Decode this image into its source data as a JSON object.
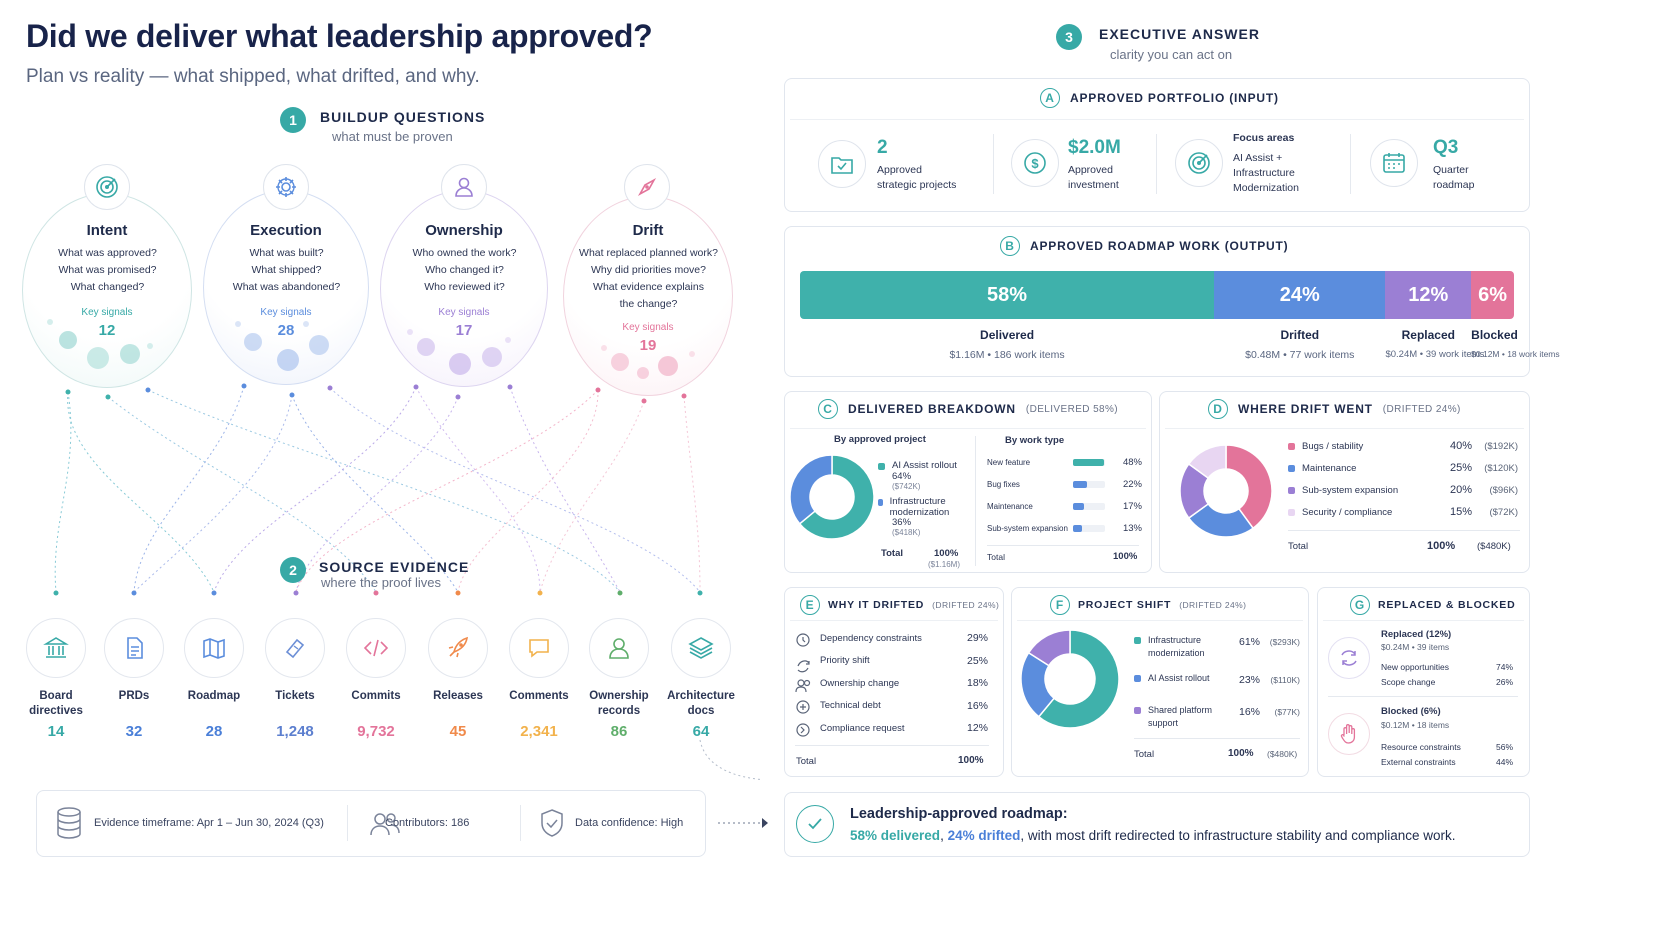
{
  "header": {
    "title": "Did we deliver what leadership approved?",
    "subtitle": "Plan vs reality — what shipped, what drifted, and why."
  },
  "colors": {
    "teal": "#37a9a6",
    "blue": "#5b8ddd",
    "purple": "#9b7fd4",
    "pink": "#e3749a",
    "orange": "#f08a4b",
    "gold": "#f2b24c",
    "green": "#5fae6b"
  },
  "buildup": {
    "num": "1",
    "title": "BUILDUP QUESTIONS",
    "sub": "what must be proven",
    "key_signals_label": "Key signals",
    "questions": [
      {
        "title": "Intent",
        "icon": "target-icon",
        "lines": [
          "What was approved?",
          "What was promised?",
          "What changed?"
        ],
        "signals": "12"
      },
      {
        "title": "Execution",
        "icon": "gear-icon",
        "lines": [
          "What was built?",
          "What shipped?",
          "What was abandoned?"
        ],
        "signals": "28"
      },
      {
        "title": "Ownership",
        "icon": "person-icon",
        "lines": [
          "Who owned the work?",
          "Who changed it?",
          "Who reviewed it?"
        ],
        "signals": "17"
      },
      {
        "title": "Drift",
        "icon": "compass-icon",
        "lines": [
          "What replaced planned work?",
          "Why did priorities move?",
          "What evidence explains",
          "the change?"
        ],
        "signals": "19"
      }
    ]
  },
  "evidence": {
    "num": "2",
    "title": "SOURCE EVIDENCE",
    "sub": "where the proof lives",
    "sources": [
      {
        "label1": "Board",
        "label2": "directives",
        "count": "14",
        "icon": "bank-icon"
      },
      {
        "label1": "PRDs",
        "label2": "",
        "count": "32",
        "icon": "document-icon"
      },
      {
        "label1": "Roadmap",
        "label2": "",
        "count": "28",
        "icon": "map-icon"
      },
      {
        "label1": "Tickets",
        "label2": "",
        "count": "1,248",
        "icon": "ticket-icon"
      },
      {
        "label1": "Commits",
        "label2": "",
        "count": "9,732",
        "icon": "code-icon"
      },
      {
        "label1": "Releases",
        "label2": "",
        "count": "45",
        "icon": "rocket-icon"
      },
      {
        "label1": "Comments",
        "label2": "",
        "count": "2,341",
        "icon": "chat-icon"
      },
      {
        "label1": "Ownership",
        "label2": "records",
        "count": "86",
        "icon": "user-icon"
      },
      {
        "label1": "Architecture",
        "label2": "docs",
        "count": "64",
        "icon": "layers-icon"
      }
    ]
  },
  "footer_bar": {
    "timeframe": "Evidence timeframe: Apr 1 – Jun 30, 2024 (Q3)",
    "contributors": "Contributors: 186",
    "confidence": "Data confidence: High"
  },
  "executive": {
    "num": "3",
    "title": "EXECUTIVE ANSWER",
    "sub": "clarity you can act on"
  },
  "portfolio": {
    "letter": "A",
    "title": "APPROVED PORTFOLIO (INPUT)",
    "kpis": [
      {
        "value": "2",
        "label1": "Approved",
        "label2": "strategic projects",
        "icon": "folder-check-icon"
      },
      {
        "value": "$2.0M",
        "label1": "Approved",
        "label2": "investment",
        "icon": "dollar-icon"
      },
      {
        "value": "",
        "head": "Focus areas",
        "label1": "AI Assist +",
        "label2": "Infrastructure",
        "label3": "Modernization",
        "icon": "target-icon"
      },
      {
        "value": "Q3",
        "label1": "Quarter",
        "label2": "roadmap",
        "icon": "calendar-icon"
      }
    ]
  },
  "roadmap": {
    "letter": "B",
    "title": "APPROVED ROADMAP WORK (OUTPUT)",
    "segments": [
      {
        "pct": "58%",
        "share": 58,
        "label": "Delivered",
        "amount": "$1.16M",
        "items": "186 work items",
        "color": "#3fb1ab"
      },
      {
        "pct": "24%",
        "share": 24,
        "label": "Drifted",
        "amount": "$0.48M",
        "items": "77 work items",
        "color": "#5b8ddd"
      },
      {
        "pct": "12%",
        "share": 12,
        "label": "Replaced",
        "amount": "$0.24M",
        "items": "39 work items",
        "color": "#9b7fd4"
      },
      {
        "pct": "6%",
        "share": 6,
        "label": "Blocked",
        "amount": "$0.12M",
        "items": "18 work items",
        "color": "#e3749a"
      }
    ]
  },
  "delivered": {
    "letter": "C",
    "title": "DELIVERED BREAKDOWN",
    "paren": "(DELIVERED 58%)",
    "by_project_title": "By approved project",
    "by_type_title": "By work type",
    "projects": [
      {
        "name": "AI Assist rollout",
        "pct": "64%",
        "share": 64,
        "amount": "($742K)",
        "color": "#3fb1ab"
      },
      {
        "name": "Infrastructure modernization",
        "pct": "36%",
        "share": 36,
        "amount": "($418K)",
        "color": "#5b8ddd"
      }
    ],
    "project_total": {
      "label": "Total",
      "pct": "100%",
      "amount": "($1.16M)"
    },
    "types": [
      {
        "name": "New feature",
        "pct": "48%",
        "share": 48,
        "color": "#3fb1ab"
      },
      {
        "name": "Bug fixes",
        "pct": "22%",
        "share": 22,
        "color": "#5b8ddd"
      },
      {
        "name": "Maintenance",
        "pct": "17%",
        "share": 17,
        "color": "#5b8ddd"
      },
      {
        "name": "Sub-system expansion",
        "pct": "13%",
        "share": 13,
        "color": "#5b8ddd"
      }
    ],
    "type_total": {
      "label": "Total",
      "pct": "100%"
    }
  },
  "drift": {
    "letter": "D",
    "title": "WHERE DRIFT WENT",
    "paren": "(DRIFTED 24%)",
    "items": [
      {
        "name": "Bugs / stability",
        "pct": "40%",
        "share": 40,
        "amount": "($192K)",
        "color": "#e3749a"
      },
      {
        "name": "Maintenance",
        "pct": "25%",
        "share": 25,
        "amount": "($120K)",
        "color": "#5b8ddd"
      },
      {
        "name": "Sub-system expansion",
        "pct": "20%",
        "share": 20,
        "amount": "($96K)",
        "color": "#9b7fd4"
      },
      {
        "name": "Security / compliance",
        "pct": "15%",
        "share": 15,
        "amount": "($72K)",
        "color": "#e8d6f2"
      }
    ],
    "total": {
      "label": "Total",
      "pct": "100%",
      "amount": "($480K)"
    }
  },
  "why": {
    "letter": "E",
    "title": "WHY IT DRIFTED",
    "paren": "(DRIFTED 24%)",
    "items": [
      {
        "name": "Dependency constraints",
        "pct": "29%",
        "icon": "clock-icon"
      },
      {
        "name": "Priority shift",
        "pct": "25%",
        "icon": "shift-icon"
      },
      {
        "name": "Ownership change",
        "pct": "18%",
        "icon": "people-icon"
      },
      {
        "name": "Technical debt",
        "pct": "16%",
        "icon": "plus-circle-icon"
      },
      {
        "name": "Compliance request",
        "pct": "12%",
        "icon": "shield-icon"
      }
    ],
    "total": {
      "label": "Total",
      "pct": "100%"
    }
  },
  "shift": {
    "letter": "F",
    "title": "PROJECT SHIFT",
    "paren": "(DRIFTED 24%)",
    "items": [
      {
        "name1": "Infrastructure",
        "name2": "modernization",
        "pct": "61%",
        "share": 61,
        "amount": "($293K)",
        "color": "#3fb1ab"
      },
      {
        "name1": "AI Assist rollout",
        "name2": "",
        "pct": "23%",
        "share": 23,
        "amount": "($110K)",
        "color": "#5b8ddd"
      },
      {
        "name1": "Shared platform",
        "name2": "support",
        "pct": "16%",
        "share": 16,
        "amount": "($77K)",
        "color": "#9b7fd4"
      }
    ],
    "total": {
      "label": "Total",
      "pct": "100%",
      "amount": "($480K)"
    }
  },
  "replaced": {
    "letter": "G",
    "title": "REPLACED & BLOCKED",
    "replaced_title": "Replaced (12%)",
    "replaced_sub": "$0.24M • 39 items",
    "replaced_rows": [
      {
        "name": "New opportunities",
        "pct": "74%"
      },
      {
        "name": "Scope change",
        "pct": "26%"
      }
    ],
    "blocked_title": "Blocked (6%)",
    "blocked_sub": "$0.12M • 18 items",
    "blocked_rows": [
      {
        "name": "Resource constraints",
        "pct": "56%"
      },
      {
        "name": "External constraints",
        "pct": "44%"
      }
    ]
  },
  "answer": {
    "heading": "Leadership-approved roadmap:",
    "delivered": "58% delivered",
    "sep": ", ",
    "drifted": "24% drifted",
    "rest": ", with most drift redirected to infrastructure stability and compliance work."
  }
}
